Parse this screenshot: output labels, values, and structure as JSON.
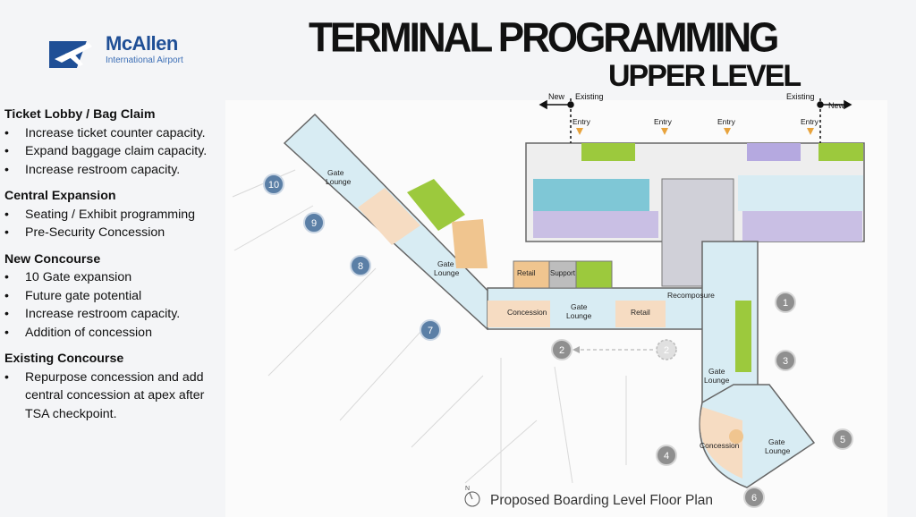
{
  "logo": {
    "name": "McAllen",
    "subtitle": "International Airport"
  },
  "title": {
    "line1": "TERMINAL PROGRAMMING",
    "line2": "UPPER LEVEL"
  },
  "sections": [
    {
      "heading": "Ticket Lobby / Bag Claim",
      "items": [
        "Increase ticket counter capacity.",
        "Expand baggage claim capacity.",
        "Increase restroom capacity."
      ]
    },
    {
      "heading": "Central Expansion",
      "items": [
        "Seating / Exhibit programming",
        "Pre-Security Concession"
      ]
    },
    {
      "heading": "New Concourse",
      "items": [
        "10 Gate expansion",
        "Future gate potential",
        "Increase restroom capacity.",
        "Addition of concession"
      ]
    },
    {
      "heading": "Existing Concourse",
      "items": [
        "Repurpose concession and add central concession at apex after TSA checkpoint."
      ]
    }
  ],
  "plan": {
    "labels": {
      "new_left": "New",
      "existing_left": "Existing",
      "existing_right": "Existing",
      "new_right": "New",
      "entry": "Entry",
      "gate_lounge": "Gate Lounge",
      "retail": "Retail",
      "support": "Support",
      "concession": "Concession",
      "recomposure": "Recomposure",
      "gate_word": "Gate",
      "lounge_word": "Lounge",
      "north": "N"
    },
    "gates_new": [
      "10",
      "9",
      "8",
      "7"
    ],
    "gates_existing": [
      "1",
      "2",
      "2",
      "3",
      "4",
      "5",
      "6"
    ]
  },
  "caption": "Proposed Boarding Level Floor Plan",
  "colors": {
    "brand": "#1f4f96",
    "gate_new": "#5b7fa6",
    "gate_existing": "#8f8f8f",
    "lounge": "#d8ecf3",
    "concession": "#f6dcc2",
    "retail": "#f0c58f",
    "restroom": "#9cc93d",
    "entry_arrow": "#e8a33c"
  }
}
